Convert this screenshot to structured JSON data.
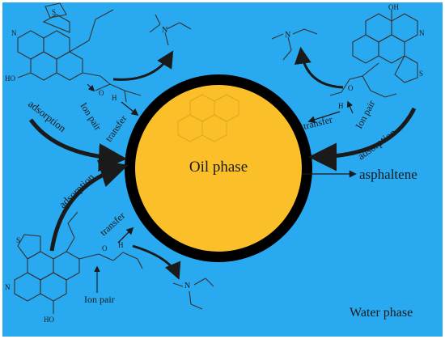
{
  "colors": {
    "background": "#29a9ef",
    "border": "#ffffff",
    "oil_fill": "#fbbf2a",
    "oil_ring": "#000000",
    "ink": "#1a1a1a",
    "molecule": "#333333"
  },
  "labels": {
    "oil_phase": "Oil phase",
    "water_phase": "Water phase",
    "asphaltene": "asphaltene",
    "adsorption_top_left": "adsorption",
    "adsorption_left": "adsorption",
    "adsorption_right": "adsorption",
    "transfer_top_left": "transfer",
    "transfer_right": "transfer",
    "transfer_bottom_left": "transfer",
    "ion_pair_top_left": "Ion pair",
    "ion_pair_right": "Ion pair",
    "ion_pair_bottom": "Ion pair",
    "ho_top_left": "HO",
    "oh_top_right": "OH",
    "oh_bottom_left": "HO",
    "n_top_left": "N",
    "n_top_right": "N",
    "n_bottom_left": "N",
    "n_amine_top": "N",
    "n_amine_right": "N",
    "n_amine_bottom": "N",
    "h_top_left": "H",
    "h_right": "H",
    "h_bottom_left": "H",
    "s_top_left": "S",
    "s_top_right": "S",
    "s_bottom_left": "S",
    "o_top_left": "O",
    "o_right": "O",
    "o_bottom_left": "O"
  },
  "icons": [
    "curved-arrow-icon",
    "straight-arrow-icon",
    "molecule-icon"
  ]
}
